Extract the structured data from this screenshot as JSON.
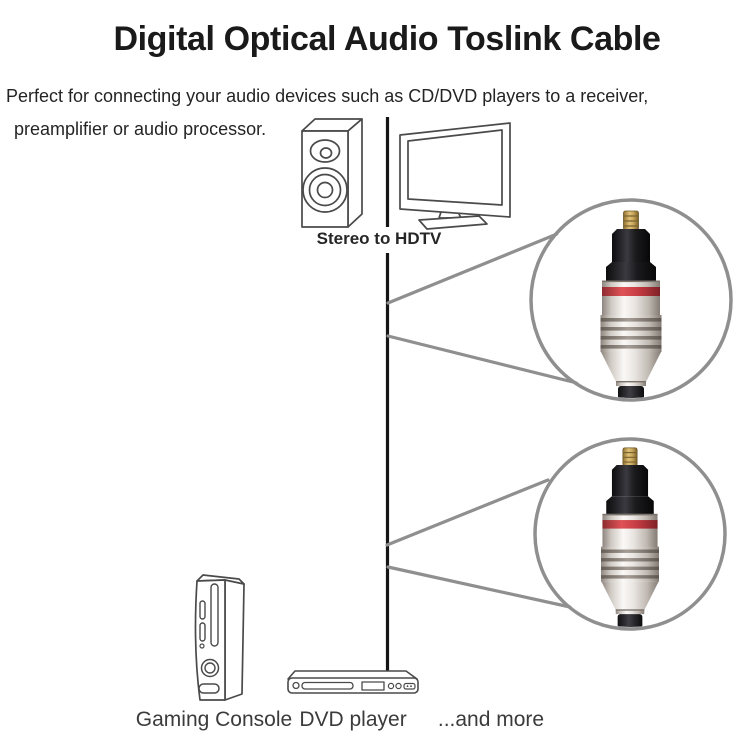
{
  "title": "Digital Optical Audio Toslink Cable",
  "description": {
    "line1": "Perfect for connecting your audio devices such as CD/DVD players to a receiver,",
    "line2": "preamplifier or audio processor."
  },
  "labels": {
    "stereo_to_hdtv": "Stereo to HDTV",
    "gaming_console": "Gaming Console",
    "dvd_player": "DVD player",
    "and_more": "...and more"
  },
  "icons": {
    "speaker": "speaker-icon",
    "hdtv": "hdtv-icon",
    "gaming_console": "gaming-console-icon",
    "dvd_player": "dvd-player-icon",
    "connector": "toslink-connector-illustration",
    "magnifier_circle_count": 2
  },
  "colors": {
    "background": "#ffffff",
    "title_text": "#1a1a1a",
    "body_text": "#242424",
    "line_art": "#4a4a4a",
    "cable_line": "#151515",
    "magnifier_border": "#8f8f8f",
    "connector_metal_light": "#faf8f6",
    "connector_metal_dark": "#8d857e",
    "connector_red_band": "#c23a41",
    "connector_gold_pin": "#c9a85c",
    "connector_black": "#1b1b1e"
  }
}
